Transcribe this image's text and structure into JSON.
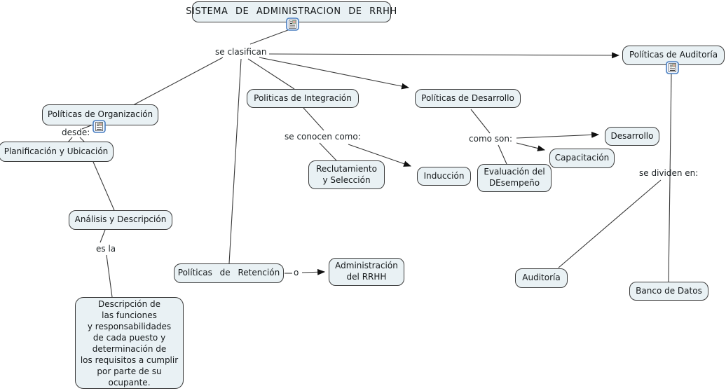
{
  "app": "concept-map",
  "colors": {
    "background": "#ffffff",
    "node_fill": "#e9f1f4",
    "node_border": "#3b3b3b",
    "line_color": "#3a3a3a",
    "arrow_color": "#111111",
    "icon_border": "#4a7fc1",
    "text": "#14181a"
  },
  "nodes": [
    {
      "id": "title",
      "label": "SISTEMA DE ADMINISTRACION DE RRHH",
      "has_resource_icon": true
    },
    {
      "id": "pol-auditoria",
      "label": "Políticas de Auditoría",
      "has_resource_icon": true
    },
    {
      "id": "pol-organizacion",
      "label": "Políticas de Organización",
      "has_resource_icon": true
    },
    {
      "id": "planificacion",
      "label": "Planificación y Ubicación",
      "has_resource_icon": false
    },
    {
      "id": "pol-integracion",
      "label": "Politicas de Integración",
      "has_resource_icon": false
    },
    {
      "id": "pol-desarrollo",
      "label": "Políticas de Desarrollo",
      "has_resource_icon": false
    },
    {
      "id": "reclutamiento",
      "label": "Reclutamiento\ny Selección",
      "has_resource_icon": false
    },
    {
      "id": "induccion",
      "label": "Inducción",
      "has_resource_icon": false
    },
    {
      "id": "evaluacion",
      "label": "Evaluación del\nDEsempeño",
      "has_resource_icon": false
    },
    {
      "id": "capacitacion",
      "label": "Capacitación",
      "has_resource_icon": false
    },
    {
      "id": "desarrollo",
      "label": "Desarrollo",
      "has_resource_icon": false
    },
    {
      "id": "analisis",
      "label": "Análisis y Descripción",
      "has_resource_icon": false
    },
    {
      "id": "pol-retencion",
      "label": "Políticas de Retención",
      "has_resource_icon": false
    },
    {
      "id": "administracion",
      "label": "Administración\ndel RRHH",
      "has_resource_icon": false
    },
    {
      "id": "auditoria",
      "label": "Auditoría",
      "has_resource_icon": false
    },
    {
      "id": "banco-datos",
      "label": "Banco de Datos",
      "has_resource_icon": false
    },
    {
      "id": "descripcion",
      "label": "Descripción de\nlas funciones\ny responsabilidades\nde cada puesto y\ndeterminación de\nlos requisitos a cumplir\npor parte de su\nocupante.",
      "has_resource_icon": false
    }
  ],
  "linking_phrases": [
    {
      "id": "se-clasifican",
      "text": "se clasifican"
    },
    {
      "id": "desde",
      "text": "desde:"
    },
    {
      "id": "se-conocen-como",
      "text": "se conocen como:"
    },
    {
      "id": "como-son",
      "text": "como son:"
    },
    {
      "id": "se-dividen-en",
      "text": "se dividen en:"
    },
    {
      "id": "es-la",
      "text": "es la"
    },
    {
      "id": "o",
      "text": "o"
    }
  ],
  "relations": [
    {
      "from": "SISTEMA DE ADMINISTRACION DE RRHH",
      "link": "se clasifican",
      "to": [
        "Políticas de Organización",
        "Politicas de Integración",
        "Políticas de Desarrollo",
        "Políticas de Auditoría",
        "Políticas de Retención"
      ]
    },
    {
      "from": "Políticas de Organización",
      "link": "desde:",
      "to": [
        "Planificación y Ubicación"
      ]
    },
    {
      "from": "Planificación y Ubicación",
      "link": "",
      "to": [
        "Análisis y Descripción"
      ]
    },
    {
      "from": "Análisis y Descripción",
      "link": "es la",
      "to": [
        "Descripción de las funciones y responsabilidades de cada puesto y determinación de los requisitos a cumplir por parte de su ocupante."
      ]
    },
    {
      "from": "Politicas de Integración",
      "link": "se conocen como:",
      "to": [
        "Reclutamiento y Selección",
        "Inducción"
      ]
    },
    {
      "from": "Políticas de Desarrollo",
      "link": "como son:",
      "to": [
        "Desarrollo",
        "Capacitación",
        "Evaluación del DEsempeño"
      ]
    },
    {
      "from": "Políticas de Auditoría",
      "link": "se dividen en:",
      "to": [
        "Auditoría",
        "Banco de Datos"
      ]
    },
    {
      "from": "Políticas de Retención",
      "link": "o",
      "to": [
        "Administración del RRHH"
      ]
    }
  ]
}
